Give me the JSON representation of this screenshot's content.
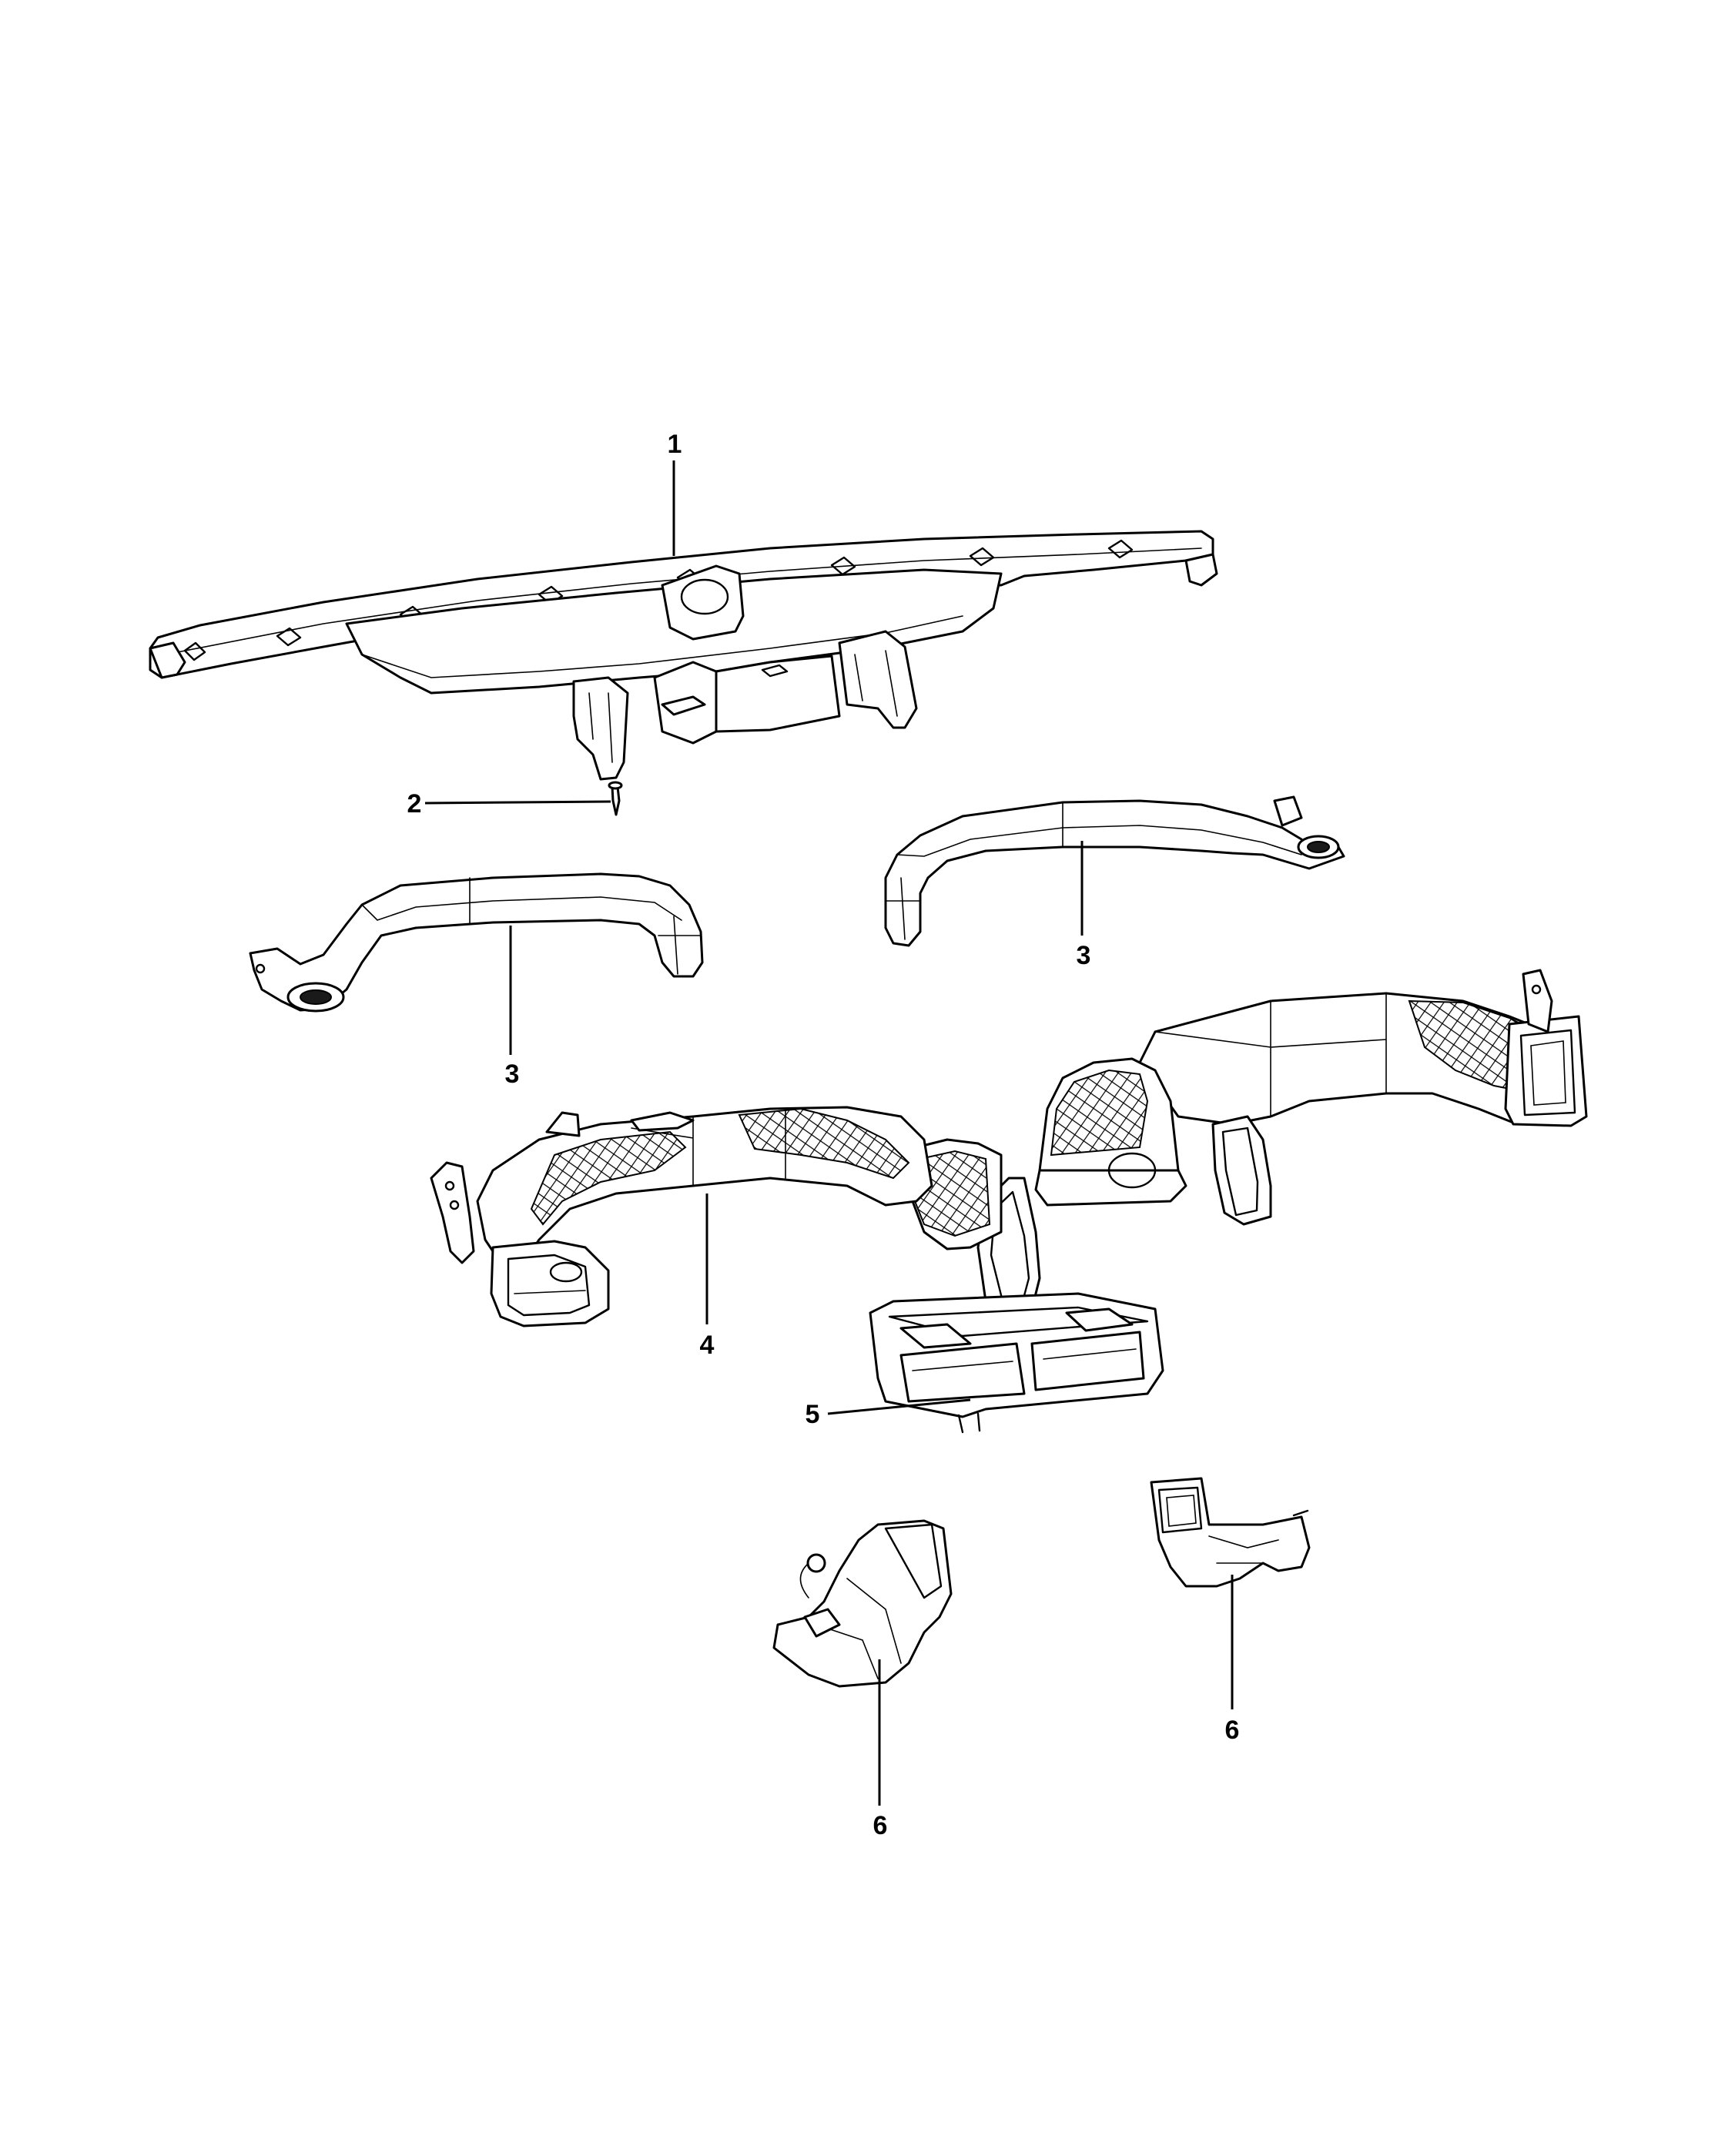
{
  "diagram": {
    "callouts": [
      {
        "id": "c1",
        "label": "1"
      },
      {
        "id": "c2",
        "label": "2"
      },
      {
        "id": "c3a",
        "label": "3"
      },
      {
        "id": "c3b",
        "label": "3"
      },
      {
        "id": "c4",
        "label": "4"
      },
      {
        "id": "c5",
        "label": "5"
      },
      {
        "id": "c6a",
        "label": "6"
      },
      {
        "id": "c6b",
        "label": "6"
      }
    ]
  }
}
